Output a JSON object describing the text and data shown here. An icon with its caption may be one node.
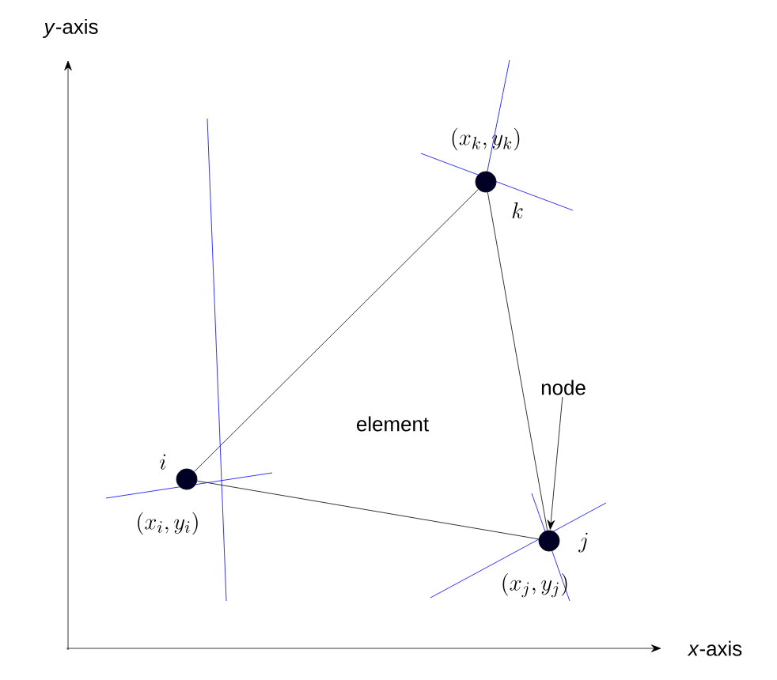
{
  "diagram": {
    "nodes": [
      {
        "text": [],
        "shape": "circle",
        "beside": [
          "i",
          "(x_i, y_i)"
        ]
      },
      {
        "text": [],
        "shape": "circle",
        "beside": [
          "j",
          "(x_j, y_j)"
        ]
      },
      {
        "text": [],
        "shape": "circle",
        "beside": [
          "(x_k, y_k)",
          "k"
        ]
      },
      {
        "text": [
          "node"
        ]
      }
    ],
    "edges": [
      {
        "from": 0,
        "to": 2,
        "arrow": "none"
      },
      {
        "from": 2,
        "to": 1,
        "arrow": "none"
      },
      {
        "from": 0,
        "to": 1,
        "arrow": "none"
      },
      {
        "from": 3,
        "to": 1,
        "arrow": "to"
      }
    ],
    "labels": [
      "*y*-axis",
      "element",
      "*x*-axis"
    ]
  }
}
